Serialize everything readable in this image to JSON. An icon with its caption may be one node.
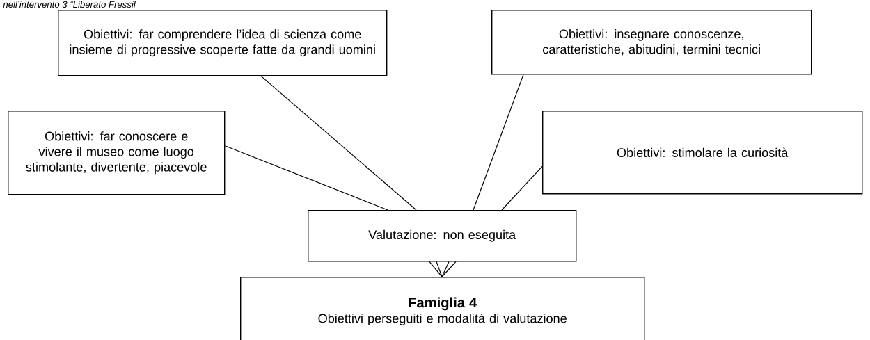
{
  "diagram": {
    "nodes": [
      {
        "text": [
          "Obiettivi: far comprendere l’idea di scienza come insieme di progressive scoperte fatte da grandi uomini"
        ]
      },
      {
        "text": [
          "Obiettivi: insegnare conoscenze, caratteristiche, abitudini, termini tecnici"
        ]
      },
      {
        "text": [
          "Obiettivi: far conoscere e vivere il museo come luogo stimolante, divertente, piacevole"
        ]
      },
      {
        "text": [
          "Obiettivi: stimolare la curiosità"
        ]
      },
      {
        "text": [
          "Valutazione: non eseguita"
        ]
      },
      {
        "text": [
          "Famiglia 4",
          "Obiettivi perseguiti e modalità di valutazione"
        ]
      }
    ],
    "edges": [
      {
        "from": 0,
        "to": 4,
        "arrow": "none"
      },
      {
        "from": 1,
        "to": 4,
        "arrow": "none"
      },
      {
        "from": 2,
        "to": 4,
        "arrow": "none"
      },
      {
        "from": 3,
        "to": 4,
        "arrow": "none"
      },
      {
        "from": 4,
        "to": 5,
        "arrow": "none"
      },
      {
        "from": 4,
        "to": 5,
        "arrow": "none"
      },
      {
        "from": 4,
        "to": 5,
        "arrow": "none"
      },
      {
        "from": 4,
        "to": 5,
        "arrow": "none"
      }
    ],
    "labels": [
      "nell’intervento 3 “Liberato Fressil"
    ]
  }
}
